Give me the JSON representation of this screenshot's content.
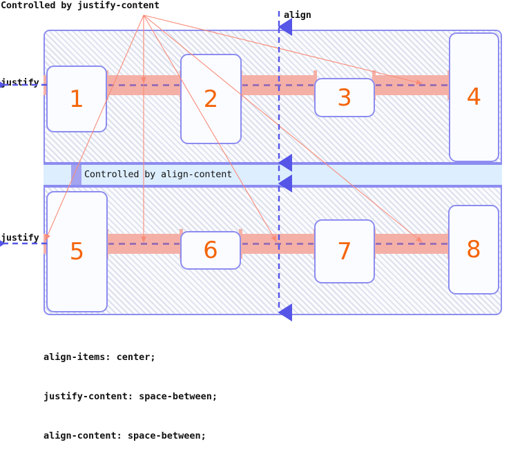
{
  "diagram": {
    "title_label": "Controlled by justify-content",
    "align_label": "align",
    "align_content_label": "Controlled by align-content",
    "justify_label_top": "justify",
    "justify_label_bottom": "justify",
    "caption": [
      "align-items: center;",
      "justify-content: space-between;",
      "align-content: space-between;"
    ],
    "colors": {
      "item_border": "#8c8cf0",
      "item_fill": "#fbfcff",
      "item_number": "#f4650a",
      "container_hatch": "#b4c0d6",
      "justify_bar": "#f4b0a6",
      "justify_bar_dash": "#9b6fb5",
      "align_axis": "#5555e8",
      "align_content_band": "#ddeeff",
      "align_content_bar": "#a3a3f0",
      "pointer_line": "#f98b78"
    },
    "rows": [
      {
        "name": "flex-line-1",
        "items": [
          {
            "number": "1",
            "size": "small-tall"
          },
          {
            "number": "2",
            "size": "medium-tall"
          },
          {
            "number": "3",
            "size": "short"
          },
          {
            "number": "4",
            "size": "full-height"
          }
        ]
      },
      {
        "name": "flex-line-2",
        "items": [
          {
            "number": "5",
            "size": "full-height"
          },
          {
            "number": "6",
            "size": "short"
          },
          {
            "number": "7",
            "size": "medium"
          },
          {
            "number": "8",
            "size": "tall"
          }
        ]
      }
    ],
    "icons": {
      "align_arrow": "arrow-down-icon",
      "justify_arrow": "arrow-left-icon",
      "pointer_fan": "pointer-fan-icon"
    }
  }
}
